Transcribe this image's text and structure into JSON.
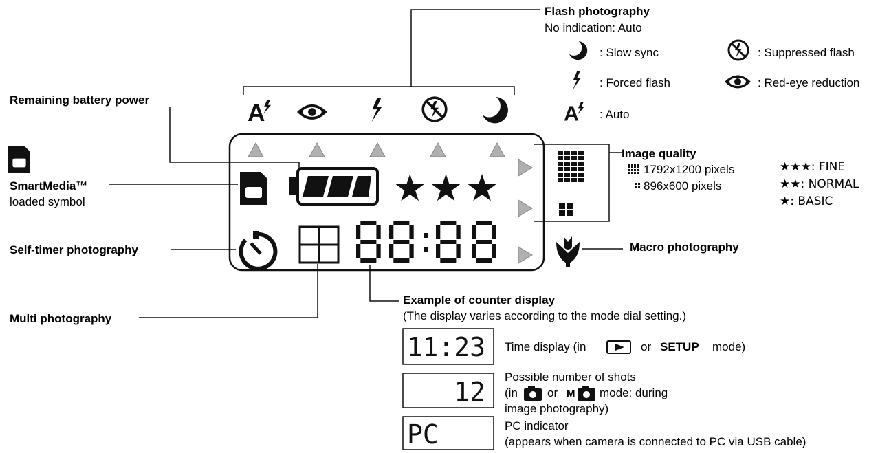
{
  "flash": {
    "title": "Flash photography",
    "subtitle": "No indication: Auto",
    "slow_sync": ": Slow sync",
    "forced": ": Forced flash",
    "auto": ": Auto",
    "suppressed": ": Suppressed flash",
    "red_eye": ": Red-eye reduction"
  },
  "battery_label": "Remaining battery power",
  "smartmedia": {
    "title": "SmartMedia™",
    "subtitle": "loaded symbol"
  },
  "self_timer_label": "Self-timer photography",
  "multi_label": "Multi photography",
  "macro_label": "Macro photography",
  "quality": {
    "title": "Image quality",
    "high_res": "1792x1200 pixels",
    "low_res": "896x600 pixels",
    "fine": "★★★: FINE",
    "normal": "★★: NORMAL",
    "basic": "★: BASIC"
  },
  "lcd": {
    "stars": "★★★",
    "counter": "88:88"
  },
  "counter": {
    "title": "Example of counter display",
    "subtitle": "(The display varies according to the mode dial setting.)",
    "examples": [
      {
        "lcd": "11:23",
        "lines": [
          "Time display (in",
          "or",
          "SETUP",
          "mode)"
        ]
      },
      {
        "lcd": "12",
        "lines": [
          "Possible number of shots",
          "(in",
          "or",
          "M",
          "mode: during",
          "image photography)"
        ]
      },
      {
        "lcd": "PC",
        "lines": [
          "PC indicator",
          "(appears when camera is connected to PC via USB cable)"
        ]
      }
    ]
  },
  "colors": {
    "ink": "#111111",
    "marker": "#aaaaaa"
  }
}
